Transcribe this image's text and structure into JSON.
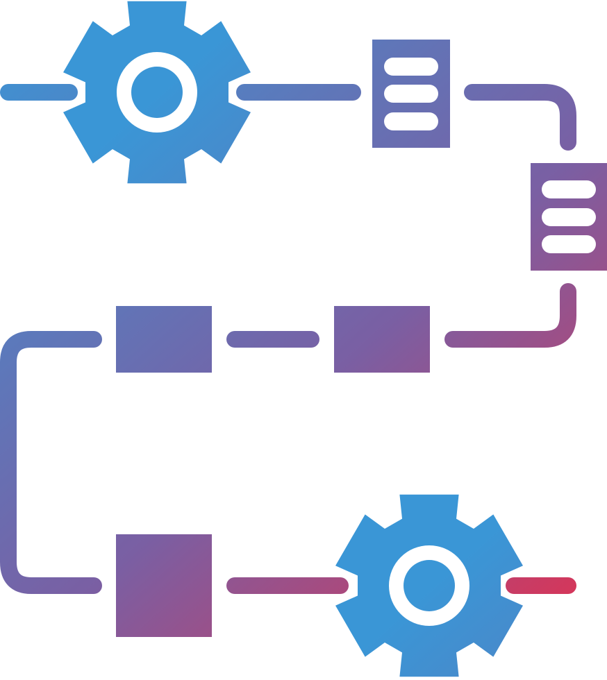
{
  "icon": {
    "name": "workflow-process-icon",
    "style": "glyph gradient",
    "gradient": {
      "start_color": "#3a96d6",
      "mid_color": "#7a5fa3",
      "end_color": "#ec2c48"
    },
    "background_color": "#ffffff",
    "hole_color": "#ffffff",
    "nodes": [
      {
        "kind": "gear-icon",
        "role": "start"
      },
      {
        "kind": "document-icon",
        "role": "step"
      },
      {
        "kind": "document-icon",
        "role": "step"
      },
      {
        "kind": "square-block",
        "role": "step"
      },
      {
        "kind": "square-block",
        "role": "step"
      },
      {
        "kind": "square-block",
        "role": "step"
      },
      {
        "kind": "gear-icon",
        "role": "end"
      }
    ]
  }
}
